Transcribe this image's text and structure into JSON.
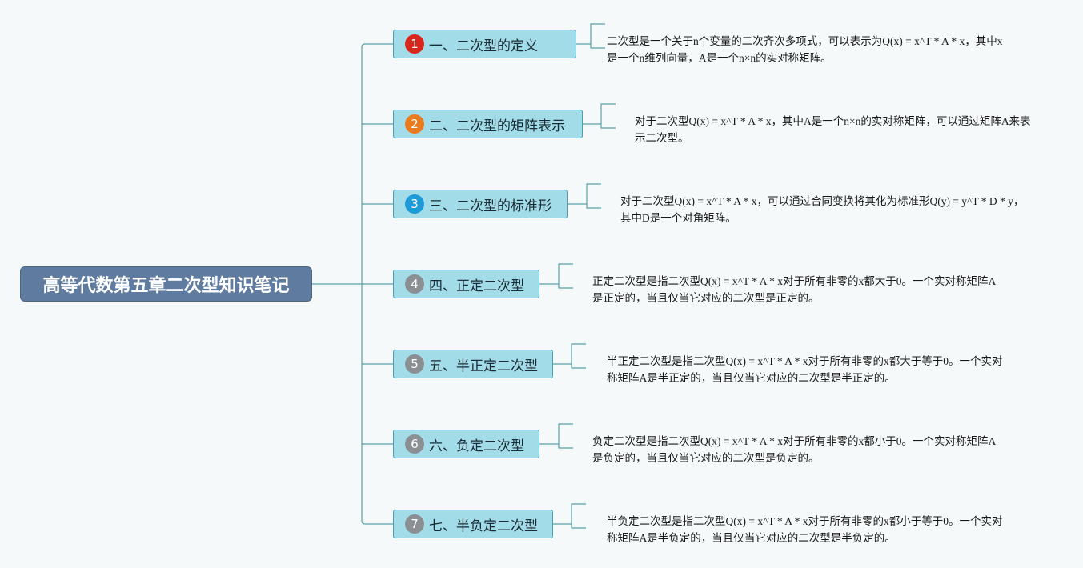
{
  "root": {
    "title": "高等代数第五章二次型知识笔记"
  },
  "topics": [
    {
      "number": "1",
      "badge_color": "#d9261c",
      "label": "一、二次型的定义",
      "description": "二次型是一个关于n个变量的二次齐次多项式，可以表示为Q(x) = x^T * A * x，其中x是一个n维列向量，A是一个n×n的实对称矩阵。"
    },
    {
      "number": "2",
      "badge_color": "#ea7a1e",
      "label": "二、二次型的矩阵表示",
      "description": "对于二次型Q(x) = x^T * A * x，其中A是一个n×n的实对称矩阵，可以通过矩阵A来表示二次型。"
    },
    {
      "number": "3",
      "badge_color": "#1e9ad6",
      "label": "三、二次型的标准形",
      "description": "对于二次型Q(x) = x^T * A * x，可以通过合同变换将其化为标准形Q(y) = y^T * D * y，其中D是一个对角矩阵。"
    },
    {
      "number": "4",
      "badge_color": "#8a8f93",
      "label": "四、正定二次型",
      "description": "正定二次型是指二次型Q(x) = x^T * A * x对于所有非零的x都大于0。一个实对称矩阵A是正定的，当且仅当它对应的二次型是正定的。"
    },
    {
      "number": "5",
      "badge_color": "#8a8f93",
      "label": "五、半正定二次型",
      "description": "半正定二次型是指二次型Q(x) = x^T * A * x对于所有非零的x都大于等于0。一个实对称矩阵A是半正定的，当且仅当它对应的二次型是半正定的。"
    },
    {
      "number": "6",
      "badge_color": "#8a8f93",
      "label": "六、负定二次型",
      "description": "负定二次型是指二次型Q(x) = x^T * A * x对于所有非零的x都小于0。一个实对称矩阵A是负定的，当且仅当它对应的二次型是负定的。"
    },
    {
      "number": "7",
      "badge_color": "#8a8f93",
      "label": "七、半负定二次型",
      "description": "半负定二次型是指二次型Q(x) = x^T * A * x对于所有非零的x都小于等于0。一个实对称矩阵A是半负定的，当且仅当它对应的二次型是半负定的。"
    }
  ]
}
